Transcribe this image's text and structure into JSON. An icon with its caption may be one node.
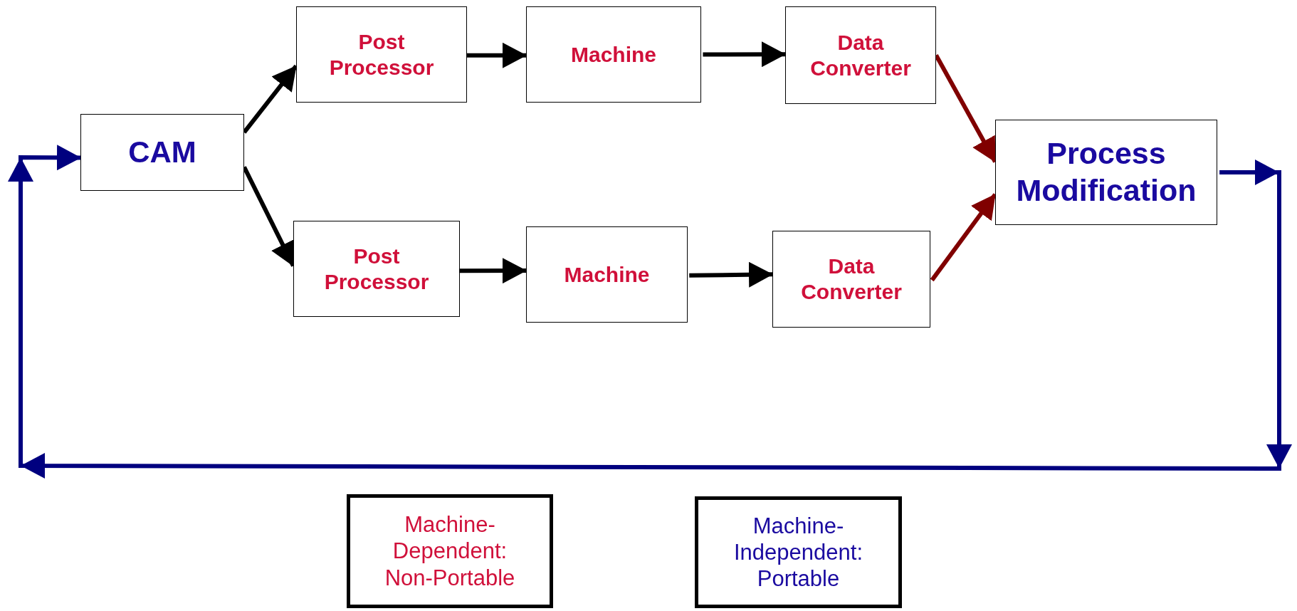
{
  "diagram": {
    "nodes": [
      {
        "text": [
          "CAM"
        ]
      },
      {
        "text": [
          "Post Processor"
        ]
      },
      {
        "text": [
          "Machine"
        ]
      },
      {
        "text": [
          "Data Converter"
        ]
      },
      {
        "text": [
          "Process Modification"
        ]
      },
      {
        "text": [
          "Post Processor"
        ]
      },
      {
        "text": [
          "Machine"
        ]
      },
      {
        "text": [
          "Data Converter"
        ]
      },
      {
        "text": [
          "Machine-Dependent: Non-Portable"
        ]
      },
      {
        "text": [
          "Machine-Independent: Portable"
        ]
      }
    ],
    "edges": [
      {
        "from": 0,
        "to": 1,
        "arrow": "to"
      },
      {
        "from": 0,
        "to": 5,
        "arrow": "to"
      },
      {
        "from": 1,
        "to": 2,
        "arrow": "to"
      },
      {
        "from": 2,
        "to": 3,
        "arrow": "to"
      },
      {
        "from": 5,
        "to": 6,
        "arrow": "to"
      },
      {
        "from": 6,
        "to": 7,
        "arrow": "to"
      },
      {
        "from": 3,
        "to": 4,
        "arrow": "to",
        "color": "#800000"
      },
      {
        "from": 7,
        "to": 4,
        "arrow": "to",
        "color": "#800000"
      },
      {
        "from": 4,
        "to": 0,
        "arrow": "to",
        "color": "#00007f"
      }
    ]
  }
}
